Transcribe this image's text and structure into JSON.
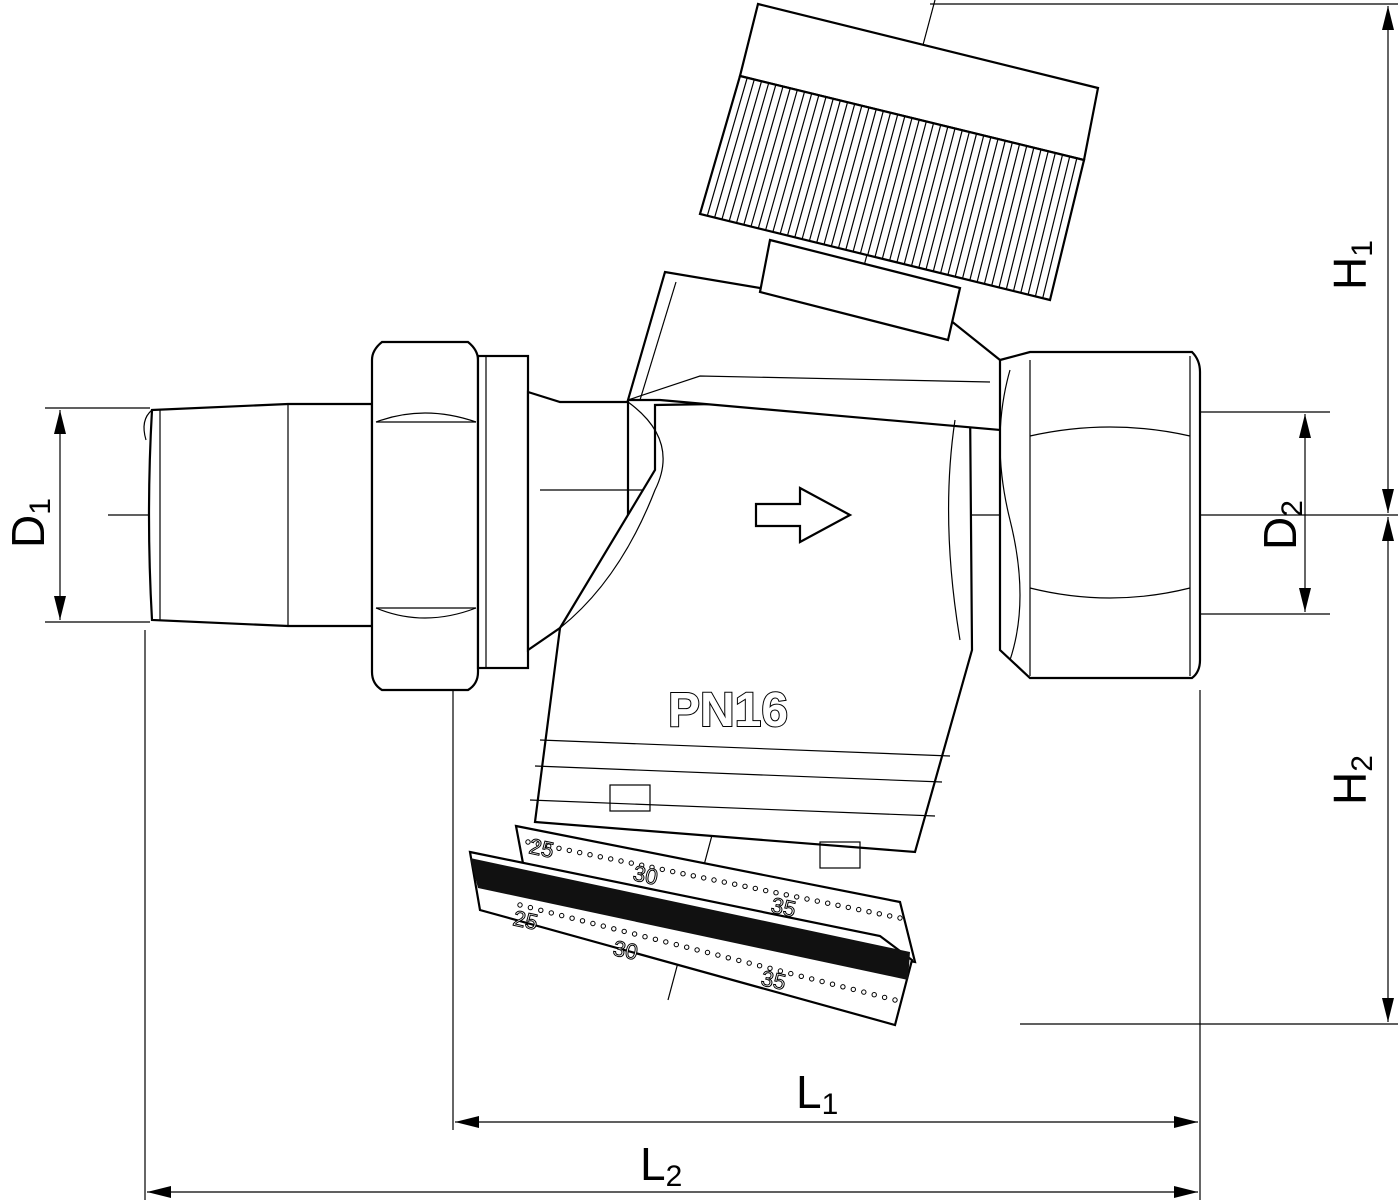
{
  "drawing": {
    "title": "",
    "body_marking": "PN16",
    "dimensions": {
      "h1": {
        "main": "H",
        "sub": "1"
      },
      "h2": {
        "main": "H",
        "sub": "2"
      },
      "d1": {
        "main": "D",
        "sub": "1"
      },
      "d2": {
        "main": "D",
        "sub": "2"
      },
      "l1": {
        "main": "L",
        "sub": "1"
      },
      "l2": {
        "main": "L",
        "sub": "2"
      }
    },
    "scale_top": [
      "25",
      "30",
      "35"
    ],
    "scale_bottom": [
      "25",
      "30",
      "35"
    ],
    "icons": [
      "flow-direction-arrow-icon"
    ]
  }
}
